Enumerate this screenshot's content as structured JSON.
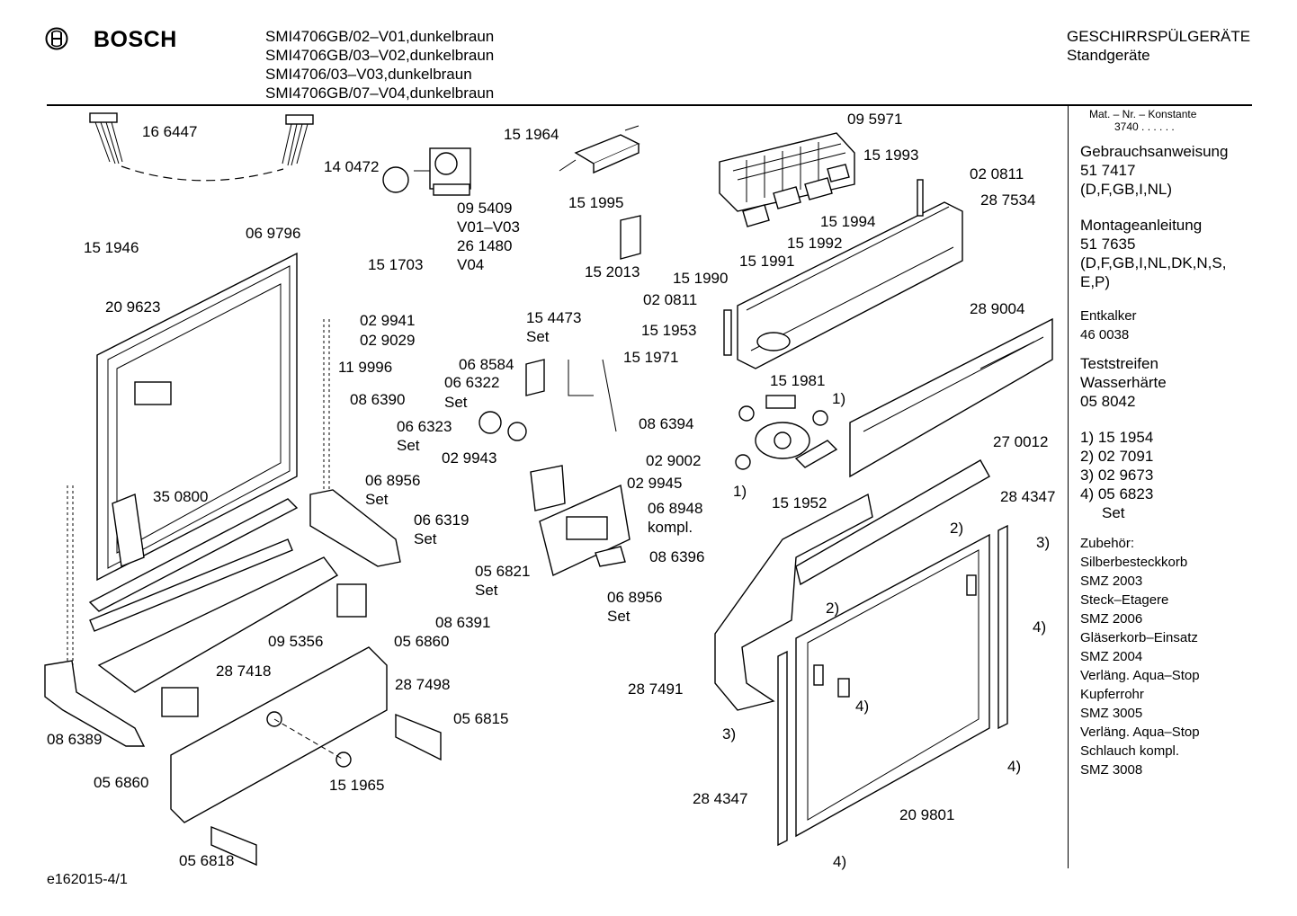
{
  "header": {
    "brand": "BOSCH",
    "models": [
      "SMI4706GB/02–V01,dunkelbraun",
      "SMI4706GB/03–V02,dunkelbraun",
      "SMI4706/03–V03,dunkelbraun",
      "SMI4706GB/07–V04,dunkelbraun"
    ],
    "category": "GESCHIRRSPÜLGERÄTE",
    "subcategory": "Standgeräte"
  },
  "sidebar": {
    "mat_nr_label": "Mat. – Nr. – Konstante",
    "mat_nr_value": "3740 . . . . . .",
    "gebrauch_title": "Gebrauchsanweisung",
    "gebrauch_number": "51 7417",
    "gebrauch_langs": "(D,F,GB,I,NL)",
    "montage_title": "Montageanleitung",
    "montage_number": "51 7635",
    "montage_langs_1": "(D,F,GB,I,NL,DK,N,S,",
    "montage_langs_2": "E,P)",
    "entkalker_title": "Entkalker",
    "entkalker_number": "46 0038",
    "test_title_1": "Teststreifen",
    "test_title_2": "Wasserhärte",
    "test_number": "05 8042",
    "notes": [
      "1)  15 1954",
      "2)  02 7091",
      "3)  02 9673",
      "4)  05 6823",
      "Set"
    ],
    "zubehoer": [
      "Zubehör:",
      "Silberbesteckkorb",
      "SMZ 2003",
      "Steck–Etagere",
      "SMZ 2006",
      "Gläserkorb–Einsatz",
      "SMZ 2004",
      "Verläng. Aqua–Stop",
      "Kupferrohr",
      "SMZ 3005",
      "Verläng. Aqua–Stop",
      "Schlauch kompl.",
      "SMZ 3008"
    ]
  },
  "footer": {
    "drawing_id": "e162015-4/1"
  },
  "labels": {
    "l166447": "16 6447",
    "l140472": "14 0472",
    "l151964": "15 1964",
    "l151995": "15 1995",
    "l095409": "09 5409",
    "lv01v03": "V01–V03",
    "l261480": "26 1480",
    "lv04": "V04",
    "l152013": "15 2013",
    "l095971": "09 5971",
    "l151993": "15 1993",
    "l020811a": "02 0811",
    "l287534": "28 7534",
    "l151994": "15 1994",
    "l151992": "15 1992",
    "l151990": "15 1990",
    "l151991": "15 1991",
    "l020811b": "02 0811",
    "l289004": "28 9004",
    "l151953": "15 1953",
    "l151971": "15 1971",
    "l151981": "15 1981",
    "l1a": "1)",
    "l1b": "1)",
    "l151952": "15 1952",
    "l270012": "27 0012",
    "l284347a": "28 4347",
    "l2a": "2)",
    "l3a": "3)",
    "l4a": "4)",
    "l2b": "2)",
    "l4b": "4)",
    "l287491": "28 7491",
    "l3b": "3)",
    "l4c": "4)",
    "l284347b": "28 4347",
    "l209801": "20 9801",
    "l4d": "4)",
    "l151946": "15 1946",
    "l069796": "06 9796",
    "l151703": "15 1703",
    "l209623": "20 9623",
    "l029941": "02 9941",
    "l029029": "02 9029",
    "l119996": "11 9996",
    "l086390": "08 6390",
    "l350800": "35 0800",
    "l154473": "15 4473",
    "lset1": "Set",
    "l068584": "06 8584",
    "l066322": "06 6322",
    "lset2": "Set",
    "l066323": "06 6323",
    "lset3": "Set",
    "l086394": "08 6394",
    "l029943": "02 9943",
    "l029002": "02 9002",
    "l029945": "02 9945",
    "l068956a": "06 8956",
    "lset4": "Set",
    "l066319": "06 6319",
    "lset5": "Set",
    "l068948": "06 8948",
    "lkompl": "kompl.",
    "l056821": "05 6821",
    "lset6": "Set",
    "l086396": "08 6396",
    "l068956b": "06 8956",
    "lset7": "Set",
    "l086391": "08 6391",
    "l095356": "09 5356",
    "l056860a": "05 6860",
    "l287418": "28 7418",
    "l287498": "28 7498",
    "l056815": "05 6815",
    "l086389": "08 6389",
    "l056860b": "05 6860",
    "l151965": "15 1965",
    "l056818": "05 6818"
  }
}
